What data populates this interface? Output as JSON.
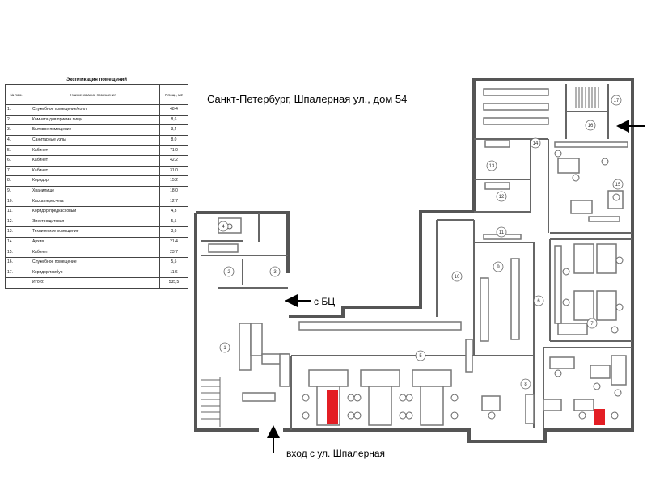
{
  "table": {
    "title": "Экспликация помещений",
    "headers": [
      "№ пом.",
      "Наименование помещения",
      "Площ., м2"
    ],
    "rows": [
      {
        "num": "1.",
        "name": "Служебное помещение/холл",
        "area": "48,4"
      },
      {
        "num": "2.",
        "name": "Комната для приема пищи",
        "area": "8,6"
      },
      {
        "num": "3.",
        "name": "Бытовое помещение",
        "area": "3,4"
      },
      {
        "num": "4.",
        "name": "Санитарные узлы",
        "area": "8,0"
      },
      {
        "num": "5.",
        "name": "Кабинет",
        "area": "71,0"
      },
      {
        "num": "6.",
        "name": "Кабинет",
        "area": "42,2"
      },
      {
        "num": "7.",
        "name": "Кабинет",
        "area": "31,0"
      },
      {
        "num": "8.",
        "name": "Коридор",
        "area": "15,2"
      },
      {
        "num": "9.",
        "name": "Хранилище",
        "area": "18,0"
      },
      {
        "num": "10.",
        "name": "Касса пересчета",
        "area": "12,7"
      },
      {
        "num": "11.",
        "name": "Коридор предкассовый",
        "area": "4,3"
      },
      {
        "num": "12.",
        "name": "Электрощитовая",
        "area": "5,5"
      },
      {
        "num": "13.",
        "name": "Техническое помещение",
        "area": "3,6"
      },
      {
        "num": "14.",
        "name": "Архив",
        "area": "21,4"
      },
      {
        "num": "15.",
        "name": "Кабинет",
        "area": "23,7"
      },
      {
        "num": "16.",
        "name": "Служебное помещение",
        "area": "5,5"
      },
      {
        "num": "17.",
        "name": "Коридор/тамбур",
        "area": "11,6"
      },
      {
        "num": "",
        "name": "Итого:",
        "area": "535,5"
      }
    ]
  },
  "plan": {
    "address": "Санкт-Петербург, Шпалерная ул., дом 54",
    "bc_label": "с БЦ",
    "entrance_label": "вход с ул. Шпалерная",
    "rooms": [
      "1",
      "2",
      "3",
      "4",
      "5",
      "6",
      "7",
      "8",
      "9",
      "10",
      "11",
      "12",
      "13",
      "14",
      "15",
      "16",
      "17"
    ],
    "colors": {
      "wall": "#555555",
      "furniture": "#777777",
      "highlight": "#e31e24"
    }
  }
}
